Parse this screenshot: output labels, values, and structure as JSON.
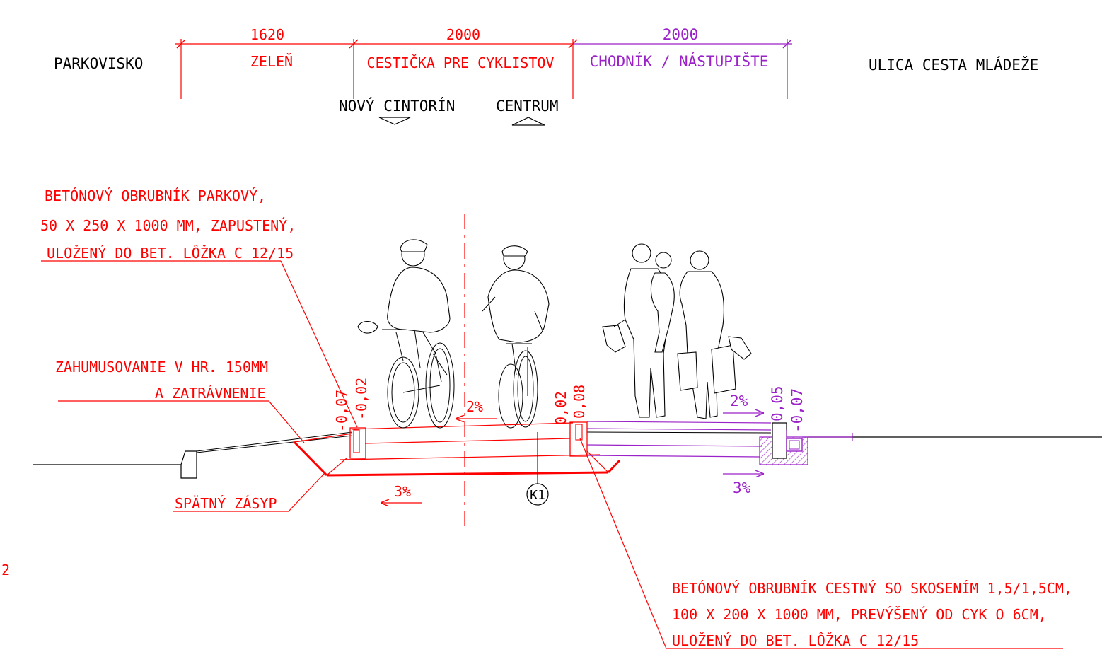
{
  "labels": {
    "parking": "PARKOVISKO",
    "street": "ULICA CESTA MLÁDEŽE",
    "direction_left": "NOVÝ CINTORÍN",
    "direction_right": "CENTRUM"
  },
  "dimensions": [
    {
      "value": "1620",
      "name": "ZELEŇ"
    },
    {
      "value": "2000",
      "name": "CESTIČKA PRE CYKLISTOV"
    },
    {
      "value": "2000",
      "name": "CHODNÍK / NÁSTUPIŠTE"
    }
  ],
  "notes": {
    "park_curb": [
      "BETÓNOVÝ OBRUBNÍK PARKOVÝ,",
      "50 X 250 X 1000 MM, ZAPUSTENÝ,",
      "ULOŽENÝ DO BET. LÔŽKA C 12/15"
    ],
    "topsoil": [
      "ZAHUMUSOVANIE V HR. 150MM",
      "A ZATRÁVNENIE"
    ],
    "backfill": "SPÄTNÝ ZÁSYP",
    "road_curb": [
      "BETÓNOVÝ OBRUBNÍK CESTNÝ SO SKOSENÍM 1,5/1,5CM,",
      "100 X 200 X 1000 MM, PREVÝŠENÝ OD CYK O 6CM,",
      "ULOŽENÝ DO BET. LÔŽKA C 12/15"
    ]
  },
  "levels": {
    "a": "-0,07",
    "b": "-0,02",
    "c": "0,02",
    "d": "0,08",
    "e": "0,05",
    "f": "-0,07"
  },
  "slopes": {
    "bike_top": "2%",
    "bike_bottom": "3%",
    "walk_top": "2%",
    "walk_bottom": "3%"
  },
  "marker": "K1",
  "edge_mark": "2",
  "colors": {
    "black": "#000000",
    "red": "#ff0000",
    "purple": "#9a22c8"
  }
}
